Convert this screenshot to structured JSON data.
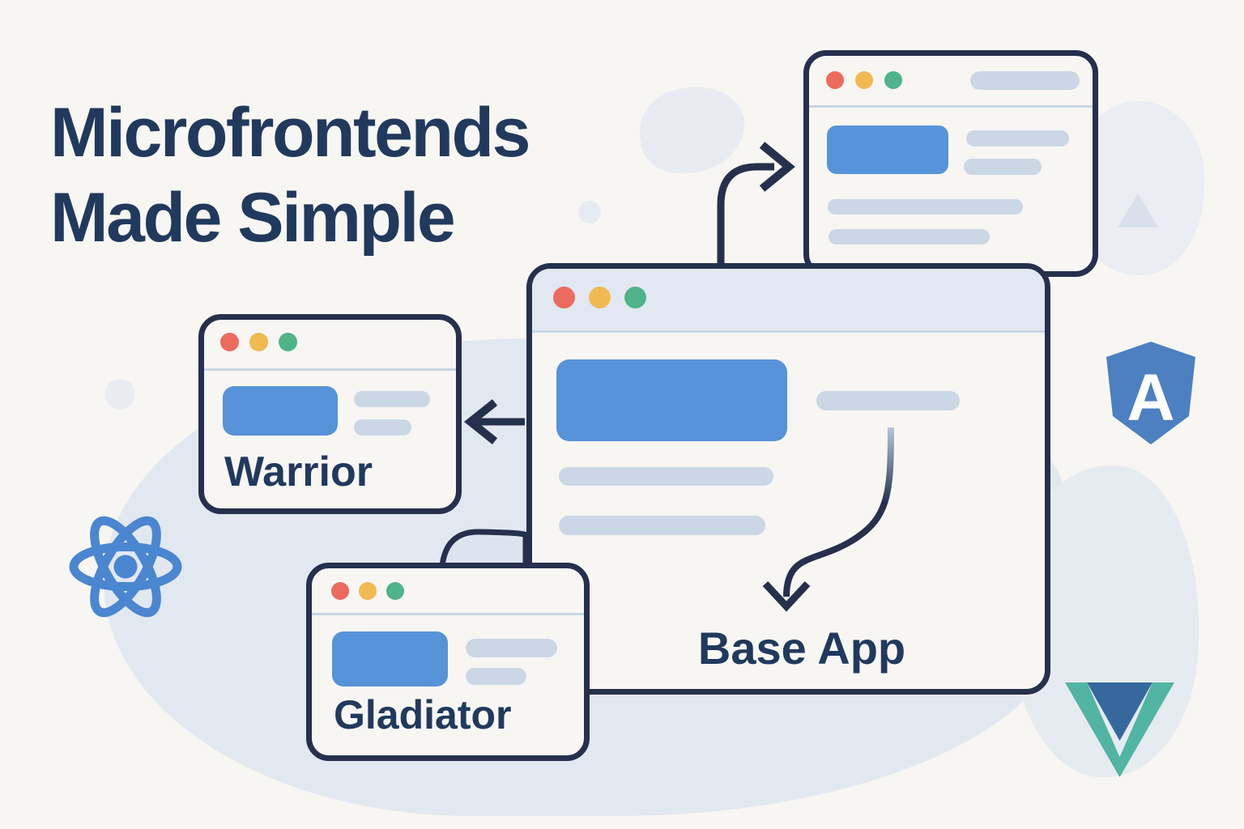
{
  "title": {
    "line1": "Microfrontends",
    "line2": "Made Simple"
  },
  "windows": {
    "base_app": {
      "label": "Base App"
    },
    "warrior": {
      "label": "Warrior"
    },
    "gladiator": {
      "label": "Gladiator"
    },
    "remote_detail": {
      "label": ""
    }
  },
  "logos": {
    "react": {
      "name": "react-logo",
      "color": "#4b86d0"
    },
    "angular": {
      "name": "angular-logo",
      "letter": "A",
      "color": "#4c80c1"
    },
    "vue": {
      "name": "vue-logo",
      "teal": "#52b5a1",
      "navy": "#36689e"
    }
  },
  "colors": {
    "background": "#f7f6f2",
    "outline_navy": "#26304d",
    "title_text": "#21395d",
    "accent_blue": "#5793d8",
    "pill_gray": "#cbd7e5",
    "header_bar": "#e2e8f2",
    "blob_blue_gray": "#e2e8f0",
    "traffic_red": "#ed6a5e",
    "traffic_yellow": "#f0b952",
    "traffic_green": "#50b389"
  }
}
